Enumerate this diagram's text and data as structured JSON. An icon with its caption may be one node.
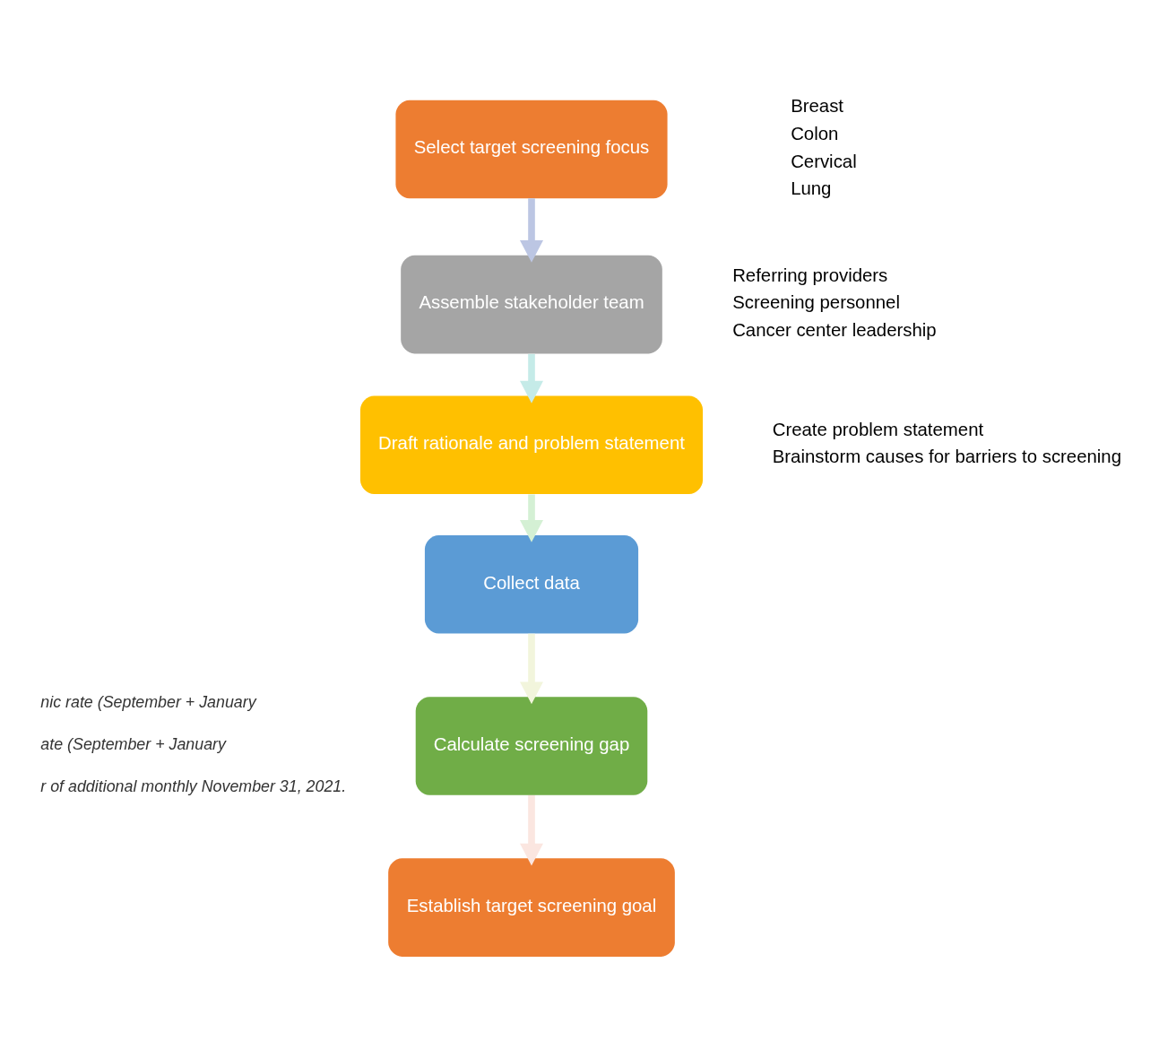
{
  "diagram": {
    "nodes": [
      {
        "text": [
          "Select target screening focus"
        ],
        "beside": [
          "Breast",
          "Colon",
          "Cervical",
          "Lung"
        ]
      },
      {
        "text": [
          "Assemble stakeholder team"
        ],
        "beside": [
          "Referring providers",
          "Screening personnel",
          "Cancer center leadership"
        ]
      },
      {
        "text": [
          "Draft rationale and problem statement"
        ],
        "beside": [
          "Create problem statement",
          "Brainstorm causes for barriers to screening"
        ]
      },
      {
        "text": [
          "Collect data"
        ]
      },
      {
        "text": [
          "Calculate screening gap"
        ]
      },
      {
        "text": [
          "Establish target screening goal"
        ]
      }
    ],
    "edges": [
      {
        "from": 0,
        "to": 1,
        "arrow": "to",
        "color": "#bcc6e3"
      },
      {
        "from": 1,
        "to": 2,
        "arrow": "to",
        "color": "#c5ebe8"
      },
      {
        "from": 2,
        "to": 3,
        "arrow": "to",
        "color": "#d4f0d4"
      },
      {
        "from": 3,
        "to": 4,
        "arrow": "to",
        "color": "#f2f5dc"
      },
      {
        "from": 4,
        "to": 5,
        "arrow": "to",
        "color": "#fbe6e0"
      }
    ],
    "labels": [
      "nic rate (September + January",
      "ate (September + January",
      "r of additional monthly November 31, 2021."
    ]
  }
}
